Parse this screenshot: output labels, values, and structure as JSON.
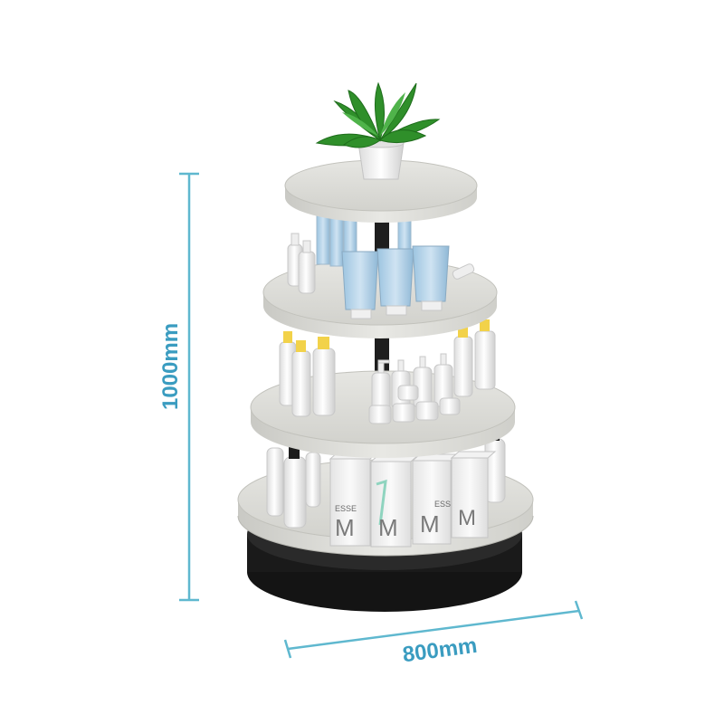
{
  "dimensions": {
    "height_label": "1000mm",
    "width_label": "800mm",
    "line_color": "#5fb8cf",
    "text_color": "#3a9cc0"
  },
  "product": {
    "tiers": 4,
    "box_brand_text": "ESSE",
    "box_logo_letter": "M",
    "plant": "potted-plant-icon",
    "shelf_color": "#dcdcd8",
    "base_color": "#151515"
  }
}
